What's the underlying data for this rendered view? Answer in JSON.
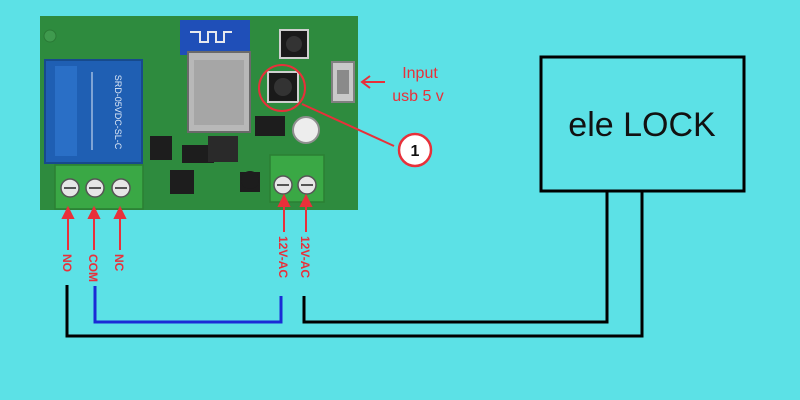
{
  "board": {
    "terminal_labels": [
      "NO",
      "COM",
      "NC"
    ],
    "power_labels": [
      "12V-AC",
      "12V-AC"
    ],
    "input_label_line1": "Input",
    "input_label_line2": "usb 5 v",
    "callout_number": "1",
    "relay_text": "SRD-05VDC-SL-C"
  },
  "lock": {
    "label": "ele LOCK"
  },
  "colors": {
    "background": "#5ce1e6",
    "board": "#2e8b3e",
    "relay": "#1f5fb3",
    "terminal": "#3aa845",
    "annotation": "#e8303a",
    "wire_black": "#000000",
    "wire_blue": "#1a2bd6"
  }
}
